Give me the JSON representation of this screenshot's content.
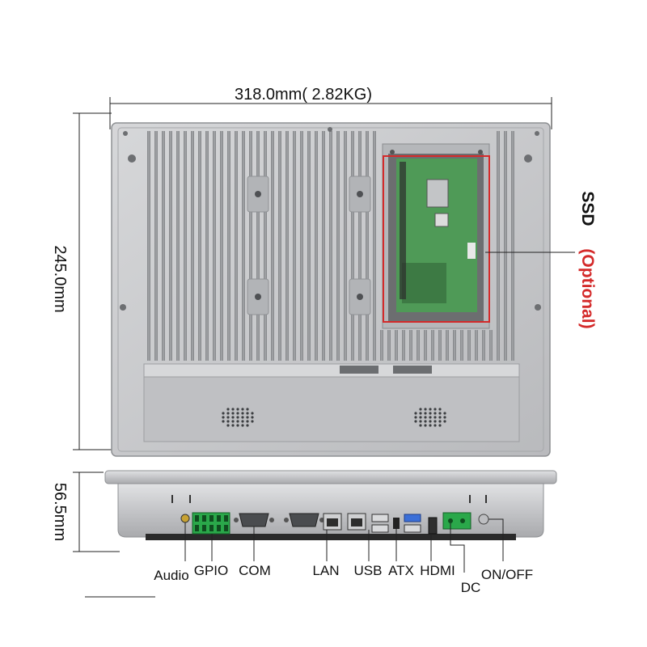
{
  "dimensions": {
    "width": "318.0mm( 2.82KG)",
    "height": "245.0mm",
    "depth": "56.5mm"
  },
  "callouts": {
    "ssd": "SSD",
    "optional": "(Optional)"
  },
  "ports": [
    "Audio",
    "GPIO",
    "COM",
    "LAN",
    "USB",
    "ATX",
    "HDMI",
    "DC",
    "ON/OFF"
  ],
  "colors": {
    "chassis": "#c9cacc",
    "heatsink_fin": "#8d8f92",
    "pcb": "#4f9a57",
    "ssd_highlight": "#d42a2a",
    "optional_text": "#d42a2a",
    "terminal_block": "#2aa84a",
    "usb3_port": "#3b6fd8"
  }
}
